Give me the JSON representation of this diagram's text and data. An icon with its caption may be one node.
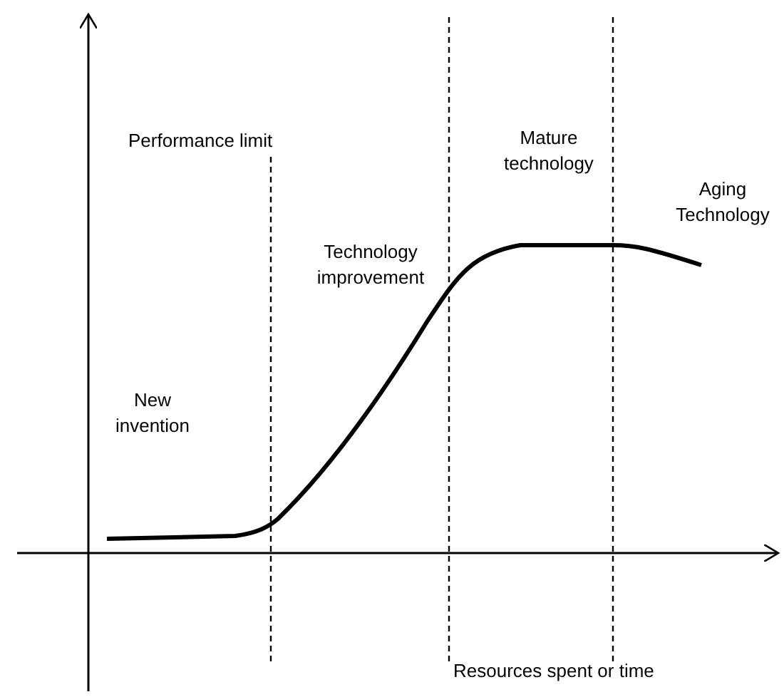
{
  "diagram": {
    "labels": [
      "Performance limit",
      "New invention",
      "Technology improvement",
      "Mature technology",
      "Aging Technology",
      "Resources spent or time"
    ]
  }
}
